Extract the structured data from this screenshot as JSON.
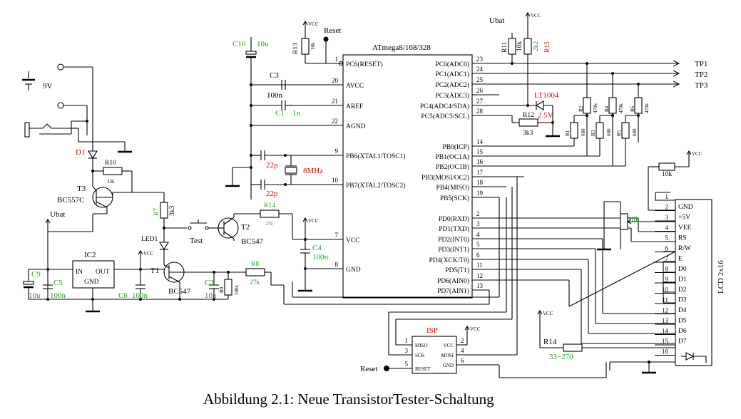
{
  "caption": "Abbildung 2.1: Neue TransistorTester-Schaltung",
  "mcu": {
    "name": "ATmega8/168/328",
    "left_pins": [
      {
        "num": "1",
        "label": "PC6(RESET)"
      },
      {
        "num": "20",
        "label": "AVCC"
      },
      {
        "num": "21",
        "label": "AREF"
      },
      {
        "num": "22",
        "label": "AGND"
      },
      {
        "num": "9",
        "label": "PB6(XTAL1/TOSC1)"
      },
      {
        "num": "10",
        "label": "PB7(XTAL2/TOSC2)"
      },
      {
        "num": "7",
        "label": "VCC"
      },
      {
        "num": "8",
        "label": "GND"
      }
    ],
    "right_pins": [
      {
        "num": "23",
        "label": "PC0(ADC0)"
      },
      {
        "num": "24",
        "label": "PC1(ADC1)"
      },
      {
        "num": "25",
        "label": "PC2(ADC2)"
      },
      {
        "num": "26",
        "label": "PC3(ADC3)"
      },
      {
        "num": "27",
        "label": "PC4(ADC4/SDA)"
      },
      {
        "num": "28",
        "label": "PC5(ADC5/SCL)"
      },
      {
        "num": "14",
        "label": "PB0(ICP)"
      },
      {
        "num": "15",
        "label": "PB1(OC1A)"
      },
      {
        "num": "16",
        "label": "PB2(OC1B)"
      },
      {
        "num": "17",
        "label": "PB3(MOSI/OC2)"
      },
      {
        "num": "18",
        "label": "PB4(MISO)"
      },
      {
        "num": "19",
        "label": "PB5(SCK)"
      },
      {
        "num": "2",
        "label": "PD0(RXD)"
      },
      {
        "num": "3",
        "label": "PD1(TXD)"
      },
      {
        "num": "4",
        "label": "PD2(INT0)"
      },
      {
        "num": "5",
        "label": "PD3(INT1)"
      },
      {
        "num": "6",
        "label": "PD4(XCK/T0)"
      },
      {
        "num": "11",
        "label": "PD5(T1)"
      },
      {
        "num": "12",
        "label": "PD6(AIN0)"
      },
      {
        "num": "13",
        "label": "PD7(AIN1)"
      }
    ]
  },
  "lcd": {
    "name": "LCD 2x16",
    "pins": [
      {
        "num": "1",
        "label": "GND"
      },
      {
        "num": "2",
        "label": "+5V"
      },
      {
        "num": "3",
        "label": "VEE"
      },
      {
        "num": "4",
        "label": "RS"
      },
      {
        "num": "5",
        "label": "R/W"
      },
      {
        "num": "6",
        "label": "E"
      },
      {
        "num": "7",
        "label": "D0"
      },
      {
        "num": "8",
        "label": "D1"
      },
      {
        "num": "9",
        "label": "D2"
      },
      {
        "num": "10",
        "label": "D3"
      },
      {
        "num": "11",
        "label": "D4"
      },
      {
        "num": "12",
        "label": "D5"
      },
      {
        "num": "13",
        "label": "D6"
      },
      {
        "num": "14",
        "label": "D7"
      },
      {
        "num": "15",
        "label": ""
      },
      {
        "num": "16",
        "label": ""
      }
    ]
  },
  "isp": {
    "name": "ISP",
    "pins": [
      {
        "num": "1",
        "label": "MISO"
      },
      {
        "num": "2",
        "label": "VCC"
      },
      {
        "num": "3",
        "label": "SCK"
      },
      {
        "num": "4",
        "label": "MOSI"
      },
      {
        "num": "5",
        "label": "RESET"
      },
      {
        "num": "6",
        "label": "GND"
      }
    ]
  },
  "ic2": {
    "name": "IC2",
    "in": "IN",
    "out": "OUT",
    "gnd": "GND"
  },
  "testpoints": [
    "TP1",
    "TP2",
    "TP3"
  ],
  "labels": {
    "vcc": "VCC",
    "ubat": "Ubat",
    "reset": "Reset",
    "test": "Test",
    "battery": "9V",
    "led": "LED1",
    "d1": "D1",
    "t1": "T1",
    "t1_type": "BC547",
    "t2": "T2",
    "t2_type": "BC547",
    "t3": "T3",
    "t3_type": "BC557C",
    "lt1004": "LT1004",
    "ref_voltage": "2.5V",
    "crystal": "8MHz"
  },
  "components": {
    "r1": {
      "name": "R1",
      "value": "680"
    },
    "r2": {
      "name": "R2",
      "value": "470k"
    },
    "r3": {
      "name": "R3",
      "value": "680"
    },
    "r4": {
      "name": "R4",
      "value": "470k"
    },
    "r5": {
      "name": "R5",
      "value": "680"
    },
    "r6": {
      "name": "R6",
      "value": "470k"
    },
    "r7": {
      "name": "R7",
      "value": "3k3"
    },
    "r8": {
      "name": "R8",
      "value": "27k"
    },
    "r9": {
      "name": "R9",
      "value": "100k"
    },
    "r10": {
      "name": "R10",
      "value": "33k"
    },
    "r11": {
      "name": "R11",
      "value": "10k"
    },
    "r12": {
      "name": "R12",
      "value": "3k3"
    },
    "r13": {
      "name": "R13",
      "value": "10k"
    },
    "r14a": {
      "name": "R14",
      "value": "27k"
    },
    "r14b": {
      "name": "R14",
      "value": "33−270"
    },
    "r15": {
      "name": "R15",
      "value": "2k2"
    },
    "rvee": {
      "value": "10k"
    },
    "rpot": {
      "value": "10k"
    },
    "c1": {
      "name": "C1",
      "value": "1n"
    },
    "c2": {
      "name": "C2",
      "value": "10n"
    },
    "c3": {
      "name": "C3",
      "value": "100n"
    },
    "c4": {
      "name": "C4",
      "value": "100n"
    },
    "c5": {
      "name": "C5",
      "value": "100n"
    },
    "c6": {
      "name": "C6",
      "value": "100n"
    },
    "c9": {
      "name": "C9",
      "value": "10u"
    },
    "c10": {
      "name": "C10",
      "value": "10u"
    },
    "cx1": {
      "value": "22p"
    },
    "cx2": {
      "value": "22p"
    }
  }
}
